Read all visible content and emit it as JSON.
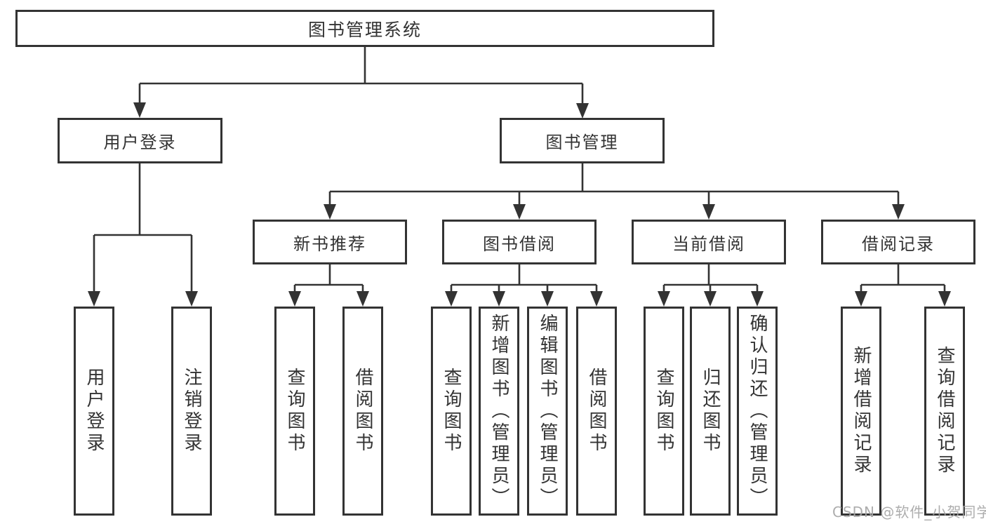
{
  "colors": {
    "line": "#333333",
    "text": "#333333",
    "box_fill": "#ffffff",
    "watermark": "#a6a6a6",
    "background": "#ffffff"
  },
  "tree": {
    "root": {
      "label": "图书管理系统"
    },
    "branches": [
      {
        "label": "用户登录",
        "children": [
          {
            "label": "用户登录"
          },
          {
            "label": "注销登录"
          }
        ]
      },
      {
        "label": "图书管理",
        "children": [
          {
            "label": "新书推荐",
            "children": [
              {
                "label": "查询图书"
              },
              {
                "label": "借阅图书"
              }
            ]
          },
          {
            "label": "图书借阅",
            "children": [
              {
                "label": "查询图书"
              },
              {
                "label": "新增图书（管理员）"
              },
              {
                "label": "编辑图书（管理员）"
              },
              {
                "label": "借阅图书"
              }
            ]
          },
          {
            "label": "当前借阅",
            "children": [
              {
                "label": "查询图书"
              },
              {
                "label": "归还图书"
              },
              {
                "label": "确认归还（管理员）"
              }
            ]
          },
          {
            "label": "借阅记录",
            "children": [
              {
                "label": "新增借阅记录"
              },
              {
                "label": "查询借阅记录"
              }
            ]
          }
        ]
      }
    ]
  },
  "watermark": {
    "text": "CSDN @软件_小贺同学"
  }
}
